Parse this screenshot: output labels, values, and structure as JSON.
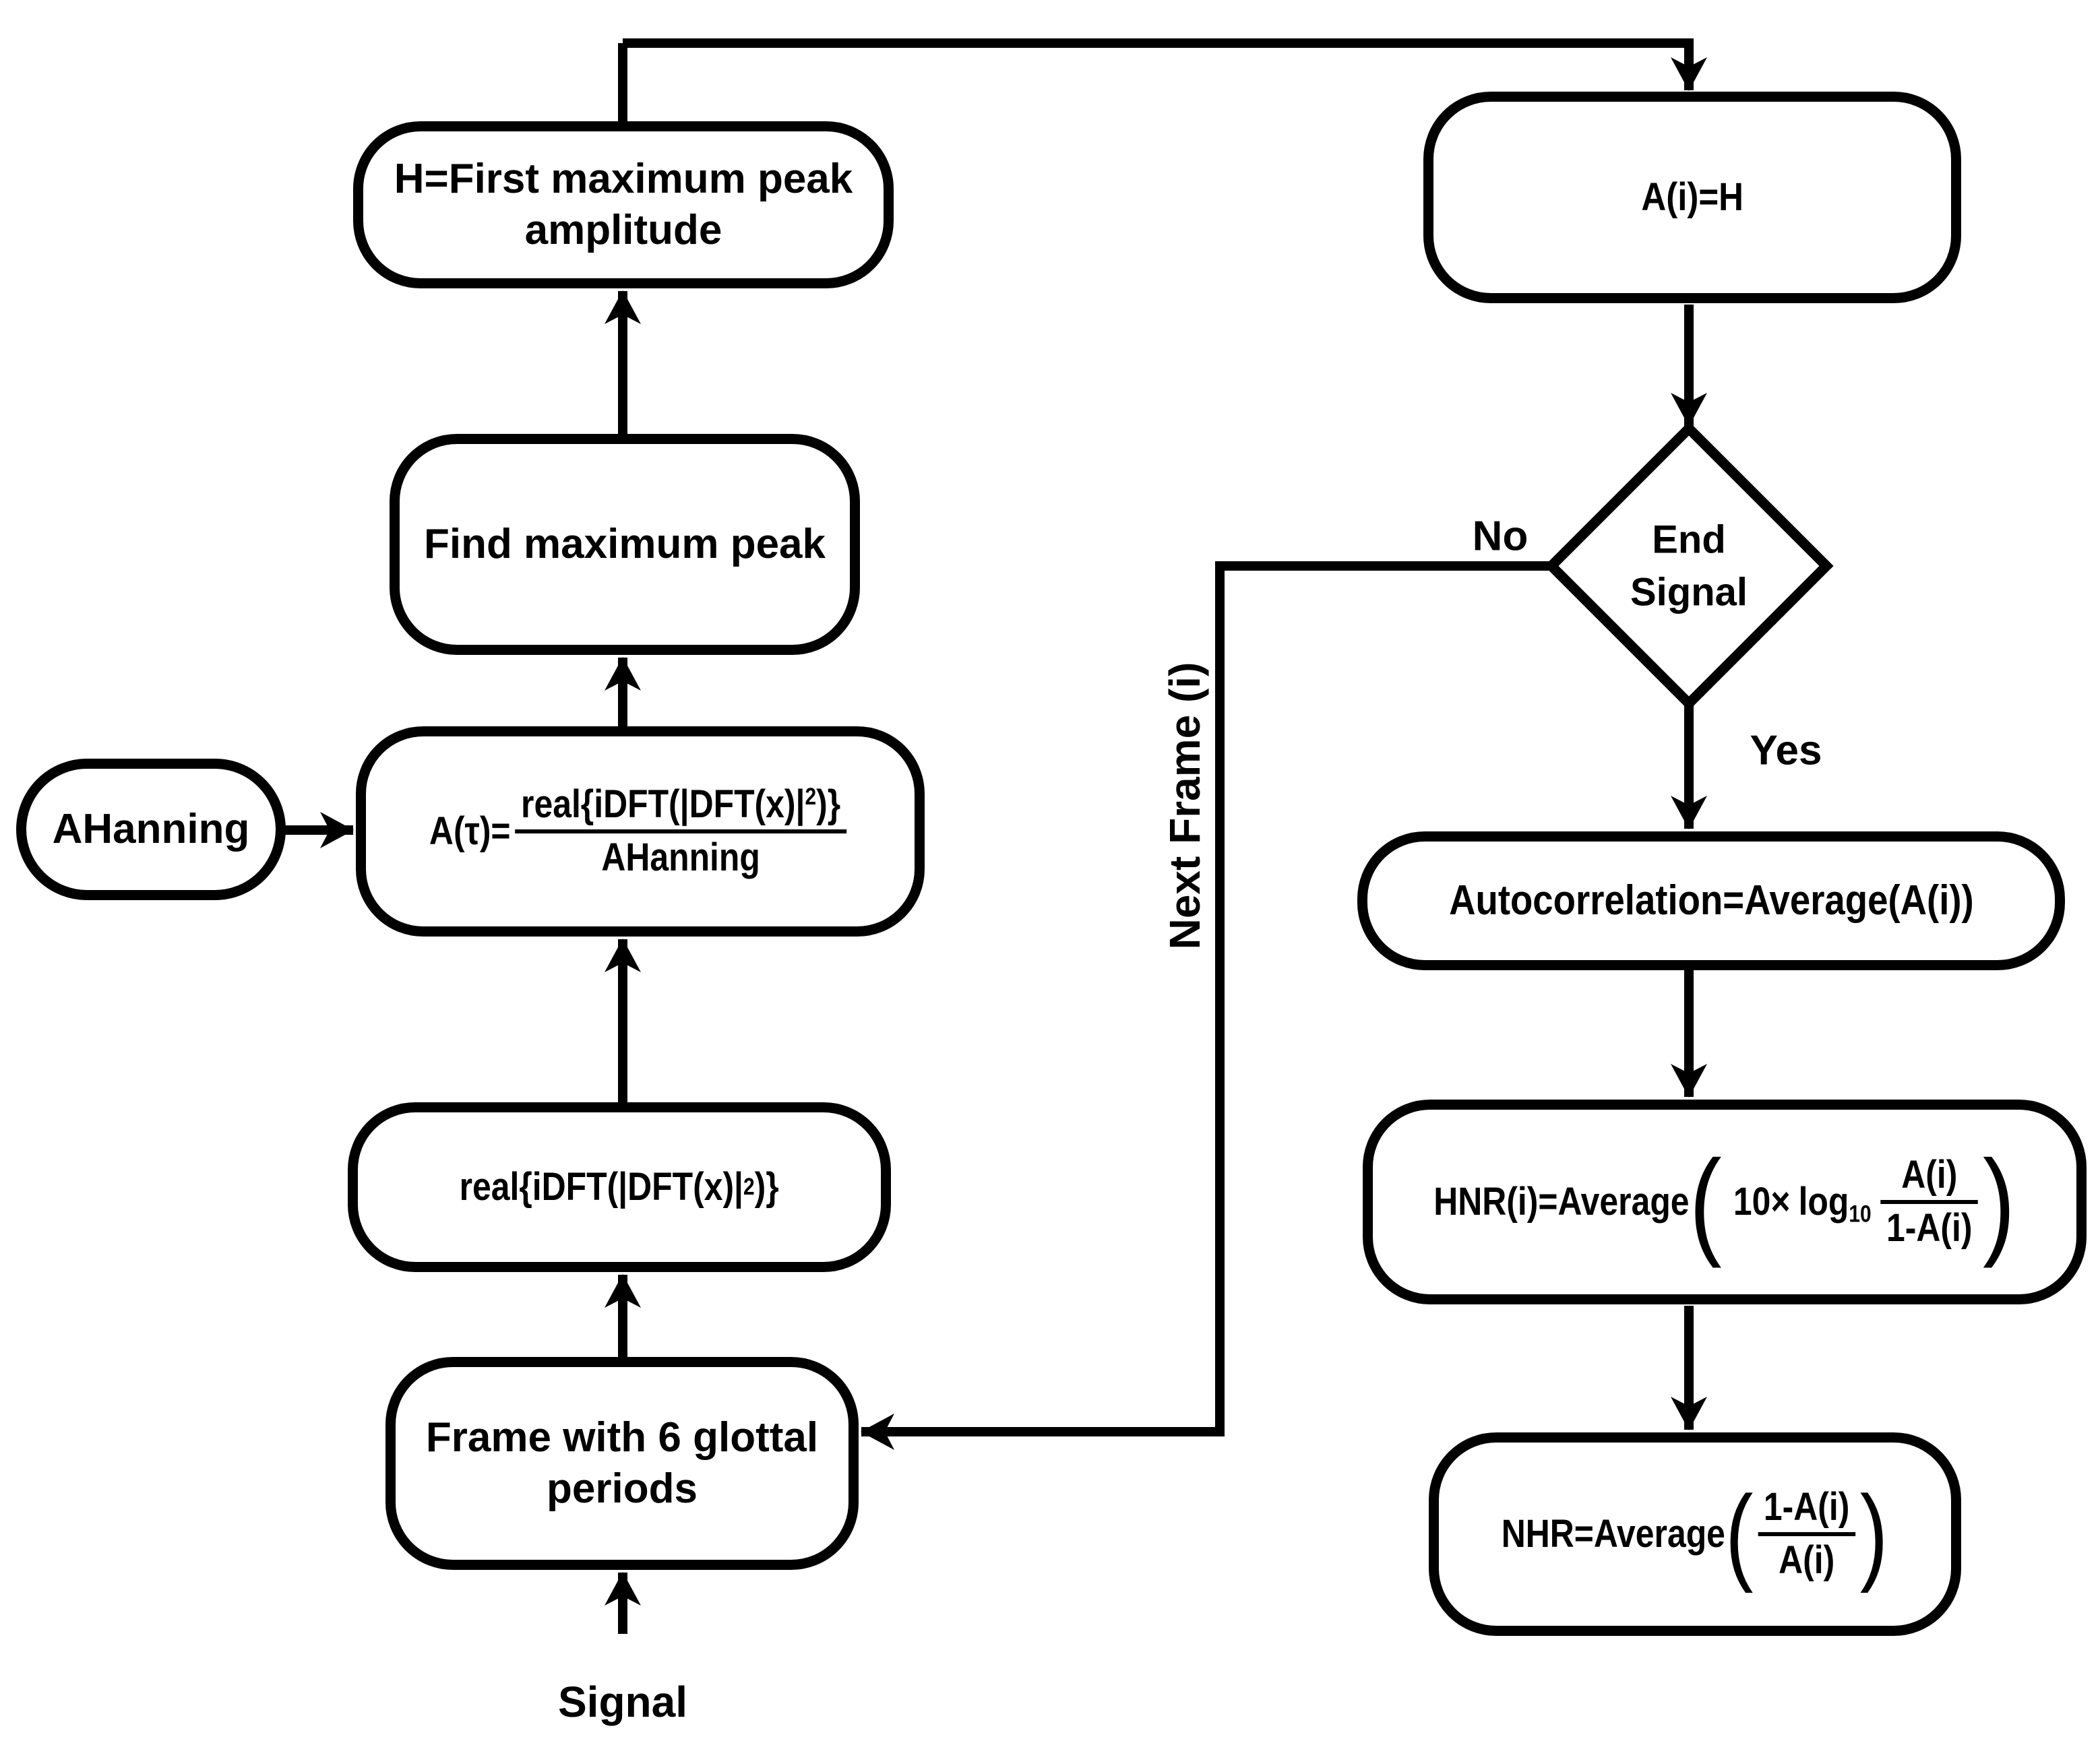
{
  "colors": {
    "stroke": "#000000",
    "background": "#ffffff"
  },
  "nodes": {
    "h_peak": {
      "line1": "H=First maximum peak",
      "line2": "amplitude"
    },
    "find_peak": {
      "label": "Find maximum peak"
    },
    "ahanning": {
      "label": "AHanning"
    },
    "atau": {
      "lhs": "A(τ)=",
      "num_base": "real{iDFT(|DFT(x)|",
      "num_sup": "2",
      "num_close": ")}",
      "den": "AHanning"
    },
    "real_idft": {
      "base": "real{iDFT(|DFT(x)|",
      "sup": "2",
      "close": ")}"
    },
    "frame": {
      "line1": "Frame with 6 glottal",
      "line2": "periods"
    },
    "signal": {
      "label": "Signal"
    },
    "ai_h": {
      "label": "A(i)=H"
    },
    "end_signal": {
      "line1": "End",
      "line2": "Signal"
    },
    "autocorrelation": {
      "label": "Autocorrelation=Average(A(i))"
    },
    "hnr": {
      "lhs": "HNR(i)=Average",
      "lparen": "(",
      "coef": "10×",
      "log": "log",
      "log_sub": "10",
      "num": "A(i)",
      "den": "1-A(i)",
      "rparen": ")"
    },
    "nhr": {
      "lhs": "NHR=Average",
      "lparen": "(",
      "num": "1-A(i)",
      "den": "A(i)",
      "rparen": ")"
    }
  },
  "edges": {
    "no_label": "No",
    "yes_label": "Yes",
    "next_frame_label": "Next Frame (i)"
  }
}
